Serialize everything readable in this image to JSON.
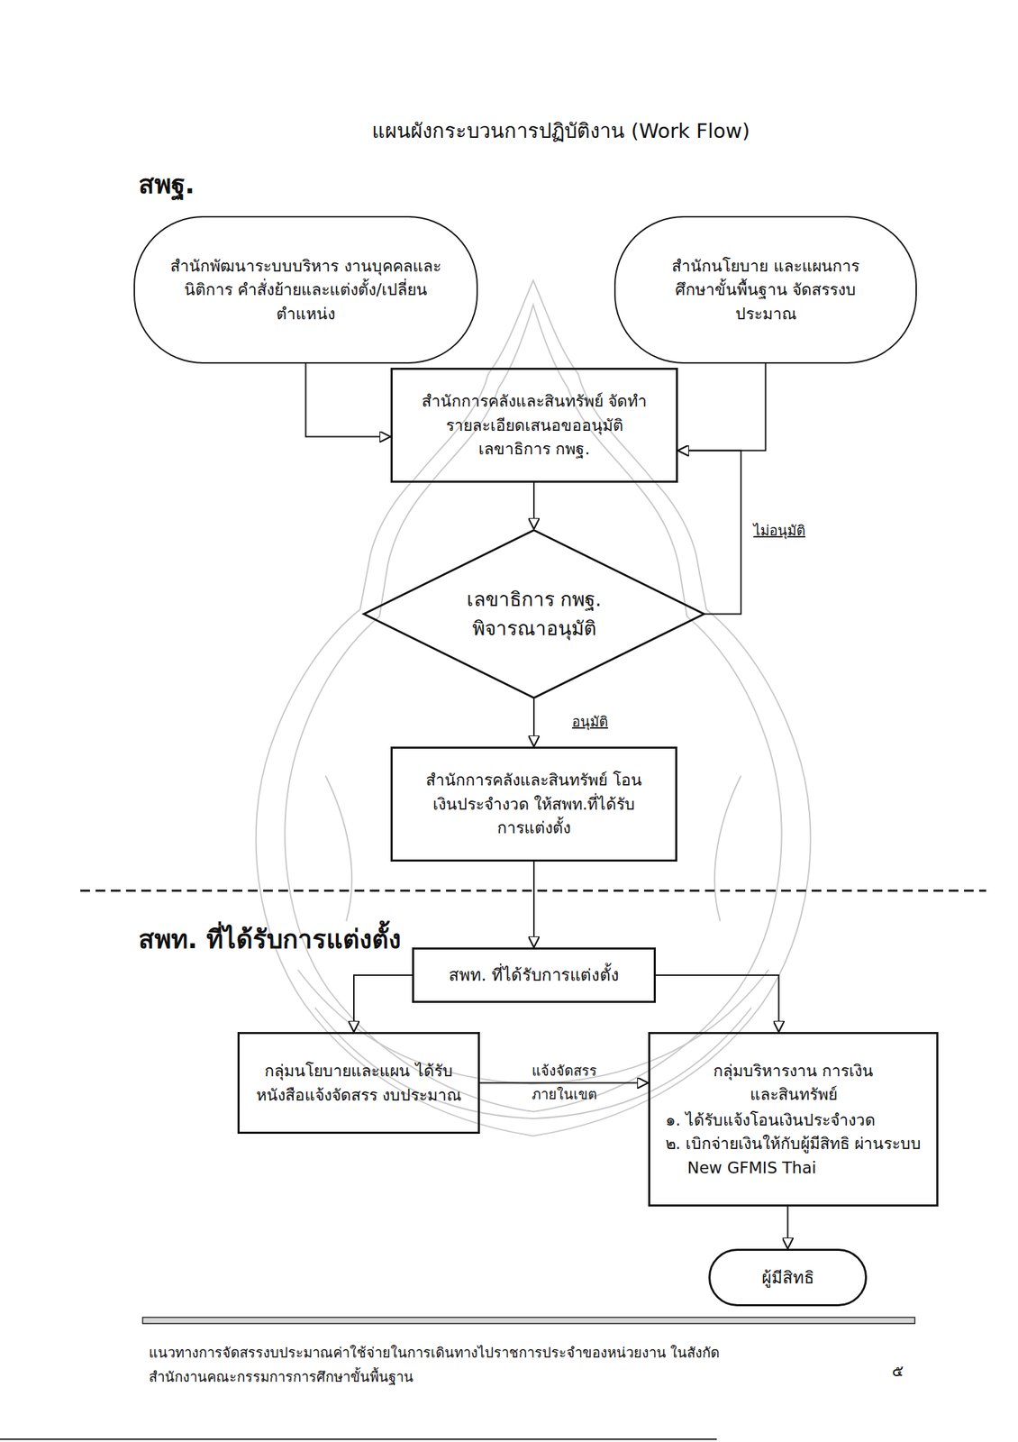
{
  "diagram": {
    "title": "แผนผังกระบวนการปฏิบัติงาน (Work Flow)",
    "nodes": [
      {
        "text": [
          "สำนักพัฒนาระบบบริหาร งานบุคคลและนิติการ คำสั่งย้ายและแต่งตั้ง/เปลี่ยนตำแหน่ง"
        ]
      },
      {
        "text": [
          "สำนักนโยบาย และแผนการศึกษาขั้นพื้นฐาน จัดสรรงบประมาณ"
        ]
      },
      {
        "text": [
          "สำนักการคลังและสินทรัพย์ จัดทำรายละเอียดเสนอขออนุมัติ เลขาธิการ กพฐ."
        ]
      },
      {
        "text": [
          "เลขาธิการ กพฐ. พิจารณาอนุมัติ"
        ]
      },
      {
        "text": [
          "สำนักการคลังและสินทรัพย์ โอนเงินประจำงวด ให้สพท.ที่ได้รับการแต่งตั้ง"
        ]
      },
      {
        "text": [
          "สพท. ที่ได้รับการแต่งตั้ง"
        ]
      },
      {
        "text": [
          "กลุ่มนโยบายและแผน ได้รับหนังสือแจ้งจัดสรร งบประมาณ"
        ]
      },
      {
        "text": [
          "กลุ่มบริหารงาน การเงินและสินทรัพย์",
          "๑. ได้รับแจ้งโอนเงินประจำงวด",
          "๒. เบิกจ่ายเงินให้กับผู้มีสิทธิ ผ่านระบบ New GFMIS Thai"
        ]
      },
      {
        "text": [
          "ผู้มีสิทธิ"
        ]
      }
    ],
    "edges": [
      {
        "from": 0,
        "to": 2,
        "arrow": "to"
      },
      {
        "from": 1,
        "to": 2,
        "arrow": "to"
      },
      {
        "from": 2,
        "to": 3,
        "arrow": "to"
      },
      {
        "from": 3,
        "to": 2,
        "label": "ไม่อนุมัติ",
        "arrow": "to"
      },
      {
        "from": 3,
        "to": 4,
        "label": "อนุมัติ",
        "arrow": "to"
      },
      {
        "from": 4,
        "to": 5,
        "arrow": "to"
      },
      {
        "from": 5,
        "to": 6,
        "arrow": "to"
      },
      {
        "from": 5,
        "to": 7,
        "arrow": "to"
      },
      {
        "from": 6,
        "to": 7,
        "label": "แจ้งจัดสรร ภายในเขต",
        "arrow": "to"
      },
      {
        "from": 7,
        "to": 8,
        "arrow": "to"
      }
    ],
    "labels": [
      "สพฐ.",
      "สพท. ที่ได้รับการแต่งตั้ง",
      "แนวทางการจัดสรรงบประมาณค่าใช้จ่ายในการเดินทางไปราชการประจำของหน่วยงาน ในสังกัดสำนักงานคณะกรรมการการศึกษาขั้นพื้นฐาน",
      "๕"
    ]
  }
}
